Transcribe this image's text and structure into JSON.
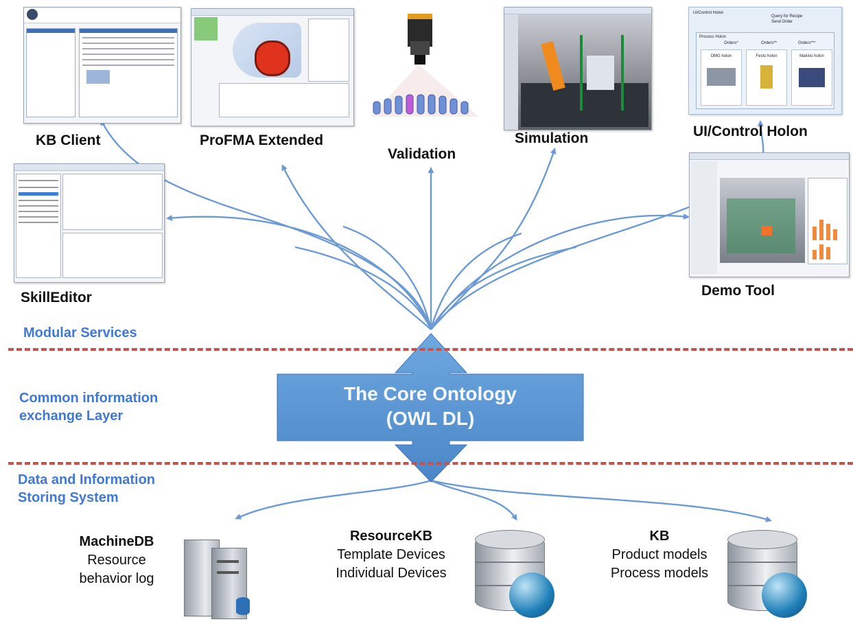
{
  "modules": {
    "kb_client": "KB Client",
    "profma": "ProFMA  Extended",
    "validation": "Validation",
    "simulation": "Simulation",
    "ui_control": "UI/Control Holon",
    "skill_editor": "SkillEditor",
    "demo_tool": "Demo Tool"
  },
  "layers": {
    "modular": "Modular Services",
    "common_1": "Common information",
    "common_2": "exchange Layer",
    "data_1": "Data and Information",
    "data_2": "Storing System"
  },
  "core": {
    "line1": "The Core Ontology",
    "line2": "(OWL DL)"
  },
  "storage": {
    "machinedb": {
      "title": "MachineDB",
      "line1": "Resource",
      "line2": "behavior log"
    },
    "resourcekb": {
      "title": "ResourceKB",
      "line1": "Template Devices",
      "line2": "Individual Devices"
    },
    "kb": {
      "title": "KB",
      "line1": "Product models",
      "line2": "Process models"
    }
  },
  "holon_screen": {
    "title": "UI/Control Holon",
    "query": "Query for Recipe",
    "send": "Send Order",
    "process": "Process Holon",
    "o1": "Orders*",
    "o2": "Orders**",
    "o3": "Orders***",
    "h1": "DMG holon",
    "h2": "Festo holon",
    "h3": "Makino holon"
  },
  "colors": {
    "layer_text": "#3f79d8",
    "dash": "#c8514b",
    "arrow": "#5e8fcc",
    "core_fill": "#5b9bd5"
  }
}
